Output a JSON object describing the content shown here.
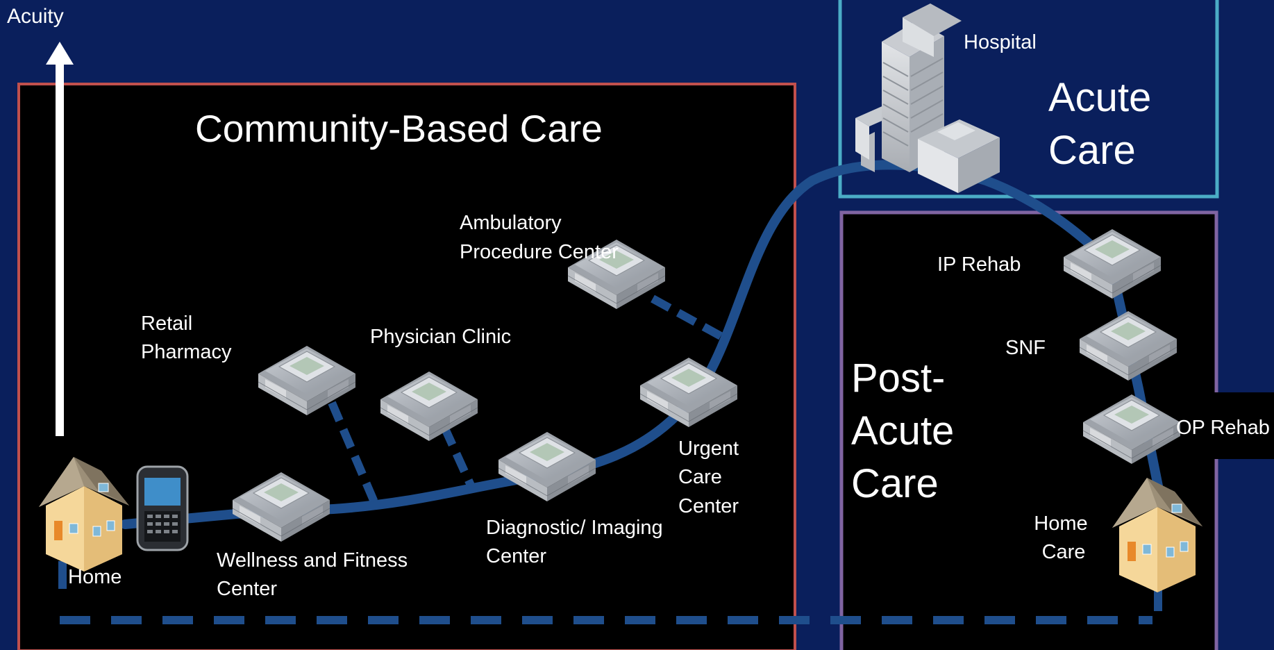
{
  "axis": {
    "label": "Acuity"
  },
  "regions": {
    "community": {
      "title": "Community-Based Care",
      "border": "#c0504d"
    },
    "acute": {
      "title_lines": [
        "Acute",
        "Care"
      ],
      "border": "#4bacc6"
    },
    "post_acute": {
      "title_lines": [
        "Post-",
        "Acute",
        "Care"
      ],
      "border": "#8064a2"
    }
  },
  "nodes": {
    "home": {
      "label": "Home"
    },
    "wellness": {
      "label_lines": [
        "Wellness and Fitness",
        "Center"
      ]
    },
    "retail_pharmacy": {
      "label_lines": [
        "Retail",
        "Pharmacy"
      ]
    },
    "physician_clinic": {
      "label": "Physician Clinic"
    },
    "diagnostic_imaging": {
      "label_lines": [
        "Diagnostic/ Imaging",
        "Center"
      ]
    },
    "ambulatory": {
      "label_lines": [
        "Ambulatory",
        "Procedure Center"
      ]
    },
    "urgent_care": {
      "label_lines": [
        "Urgent",
        "Care",
        "Center"
      ]
    },
    "hospital": {
      "label": "Hospital"
    },
    "ip_rehab": {
      "label": "IP Rehab"
    },
    "snf": {
      "label": "SNF"
    },
    "op_rehab": {
      "label": "OP Rehab"
    },
    "home_care": {
      "label_lines": [
        "Home",
        "Care"
      ]
    }
  },
  "colors": {
    "background": "#0a1f5c",
    "panel": "#000000",
    "path": "#1f4e8c",
    "text": "#ffffff"
  },
  "icons": {
    "home": "house-icon",
    "phone": "mobile-phone-icon",
    "facility": "building-icon",
    "hospital": "hospital-icon"
  }
}
